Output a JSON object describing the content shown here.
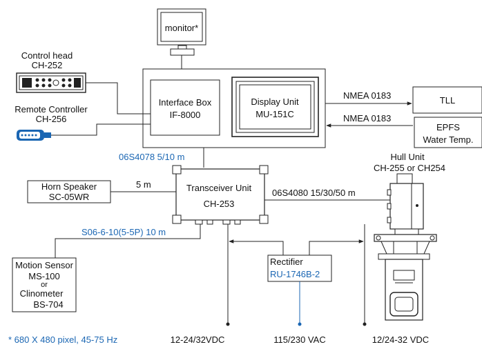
{
  "monitor": {
    "label": "monitor*"
  },
  "interface_box": {
    "line1": "Interface Box",
    "line2": "IF-8000"
  },
  "display_unit": {
    "line1": "Display Unit",
    "line2": "MU-151C"
  },
  "control_head": {
    "line1": "Control head",
    "line2": "CH-252"
  },
  "remote_controller": {
    "line1": "Remote Controller",
    "line2": "CH-256"
  },
  "nmea_out": {
    "label": "NMEA 0183"
  },
  "nmea_in": {
    "label": "NMEA 0183"
  },
  "tll": {
    "label": "TLL"
  },
  "epfs": {
    "line1": "EPFS",
    "line2": "Water Temp."
  },
  "cable_06s4078": {
    "label": "06S4078  5/10 m"
  },
  "horn_speaker": {
    "line1": "Horn Speaker",
    "line2": "SC-05WR"
  },
  "horn_cable": {
    "label": "5 m"
  },
  "transceiver": {
    "line1": "Transceiver Unit",
    "line2": "CH-253"
  },
  "cable_06s4080": {
    "label": "06S4080  15/30/50 m"
  },
  "hull_unit": {
    "line1": "Hull Unit",
    "line2": "CH-255 or CH254"
  },
  "cable_s06": {
    "label": "S06-6-10(5-5P) 10 m"
  },
  "motion_sensor": {
    "line1": "Motion Sensor",
    "line2": "MS-100",
    "line3": "or",
    "line4": "Clinometer",
    "line5": "BS-704"
  },
  "rectifier": {
    "line1": "Rectifier",
    "line2": "RU-1746B-2"
  },
  "power": {
    "dc1": "12-24/32VDC",
    "ac": "115/230 VAC",
    "dc2": "12/24-32 VDC"
  },
  "footnote": {
    "text": "* 680 X 480 pixel, 45-75 Hz"
  },
  "colors": {
    "accent": "#1a66b3",
    "line": "#222222"
  }
}
